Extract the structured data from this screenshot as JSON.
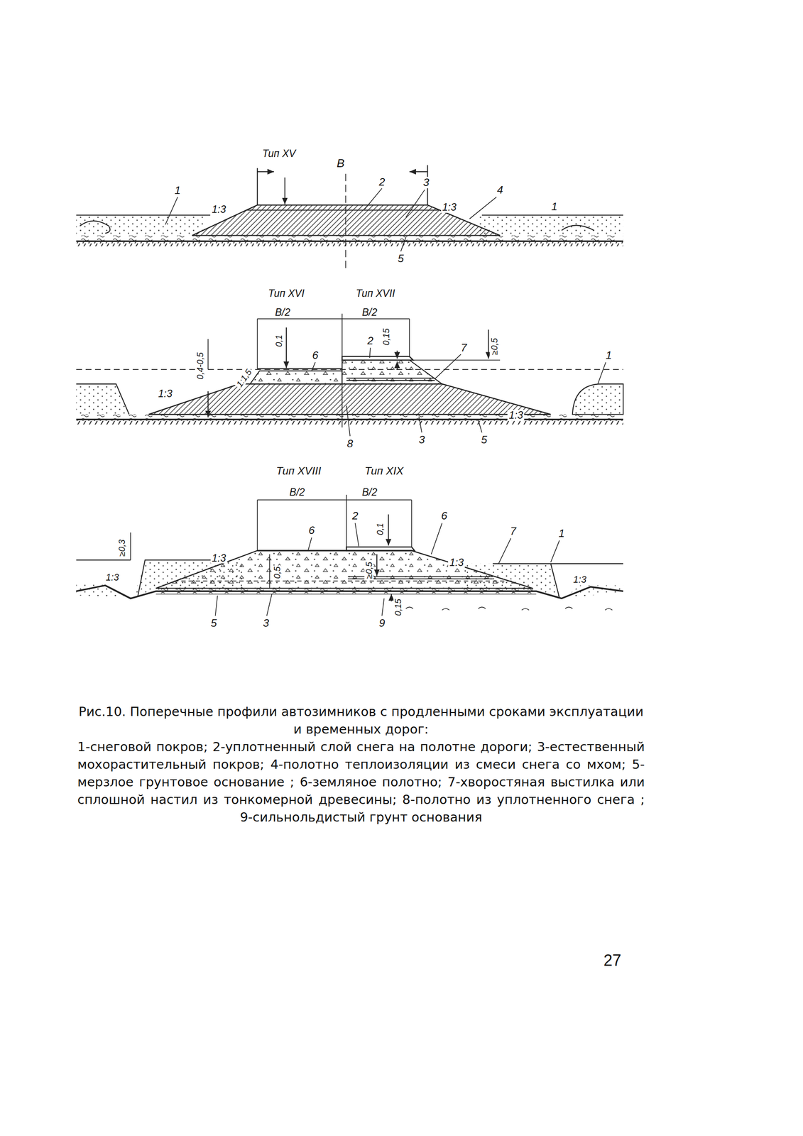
{
  "diagram": {
    "caption": "Рис.10. Поперечные профили автозимников с продленными сроками эксплуатации и временных дорог:",
    "labels": [
      "Тип XV",
      "В",
      "1",
      "1:3",
      "2",
      "3",
      "1:3",
      "4",
      "1",
      "5",
      "Тип XVI",
      "Тип XVII",
      "B/2",
      "B/2",
      "0,1",
      "0,15",
      "≥0,5",
      "0,4-0,5",
      "1:1,5",
      "6",
      "2",
      "7",
      "1",
      "1:3",
      "1:3",
      "8",
      "3",
      "5",
      "Тип XVIII",
      "Тип XIX",
      "B/2",
      "B/2",
      "6",
      "2",
      "0,1",
      "6",
      "1:3",
      "7",
      "1",
      "≥0,3",
      "1:3",
      "1:3",
      "0,5",
      "≥0,5",
      "1:3",
      "5",
      "3",
      "9",
      "0,15",
      "1-снеговой покров;",
      "2-уплотненный слой снега на полотне дороги;",
      "3-естественный мохорастительный покров;",
      "4-полотно теплоизоляции из смеси снега со мхом;",
      "5-мерзлое грунтовое основание ;",
      "6-земляное полотно;",
      "7-хворостяная выстилка или сплошной настил из тонкомерной древесины;",
      "8-полотно из уплотненного снега ;",
      "9-сильнольдистый грунт основания",
      "27"
    ]
  }
}
